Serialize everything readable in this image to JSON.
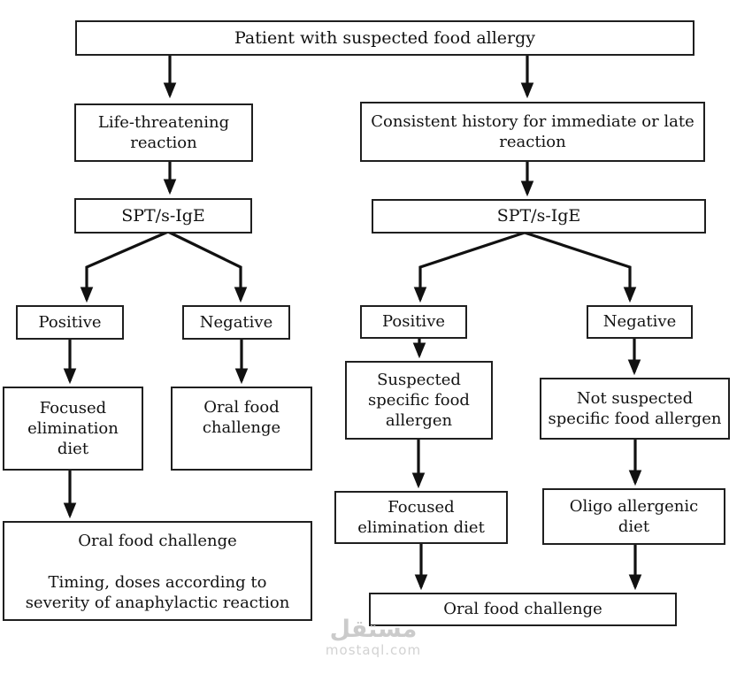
{
  "title": "Food allergy diagnostic flowchart",
  "colors": {
    "box_border": "#1f1f1f",
    "text": "#121212",
    "background": "#ffffff",
    "arrow": "#111111",
    "watermark": "#cbcbcb"
  },
  "nodes": {
    "root": "Patient with suspected food allergy",
    "life_threatening": "Life-threatening reaction",
    "consistent_history": "Consistent history for immediate or late reaction",
    "spt_left": "SPT/s-IgE",
    "spt_right": "SPT/s-IgE",
    "positive_left": "Positive",
    "negative_left": "Negative",
    "positive_right": "Positive",
    "negative_right": "Negative",
    "focused_elimination_left": "Focused elimination diet",
    "oral_food_challenge_left": "Oral food challenge",
    "suspected_allergen": "Suspected specific food allergen",
    "not_suspected_allergen": "Not suspected specific food allergen",
    "focused_elimination_right": "Focused elimination diet",
    "oligo_diet": "Oligo allergenic diet",
    "ofc_severity_title": "Oral food challenge",
    "ofc_severity_detail": "Timing, doses according to severity of anaphylactic reaction",
    "oral_food_challenge_bottom": "Oral food challenge"
  },
  "watermark": {
    "logo": "مستقل",
    "site": "mostaql.com"
  }
}
